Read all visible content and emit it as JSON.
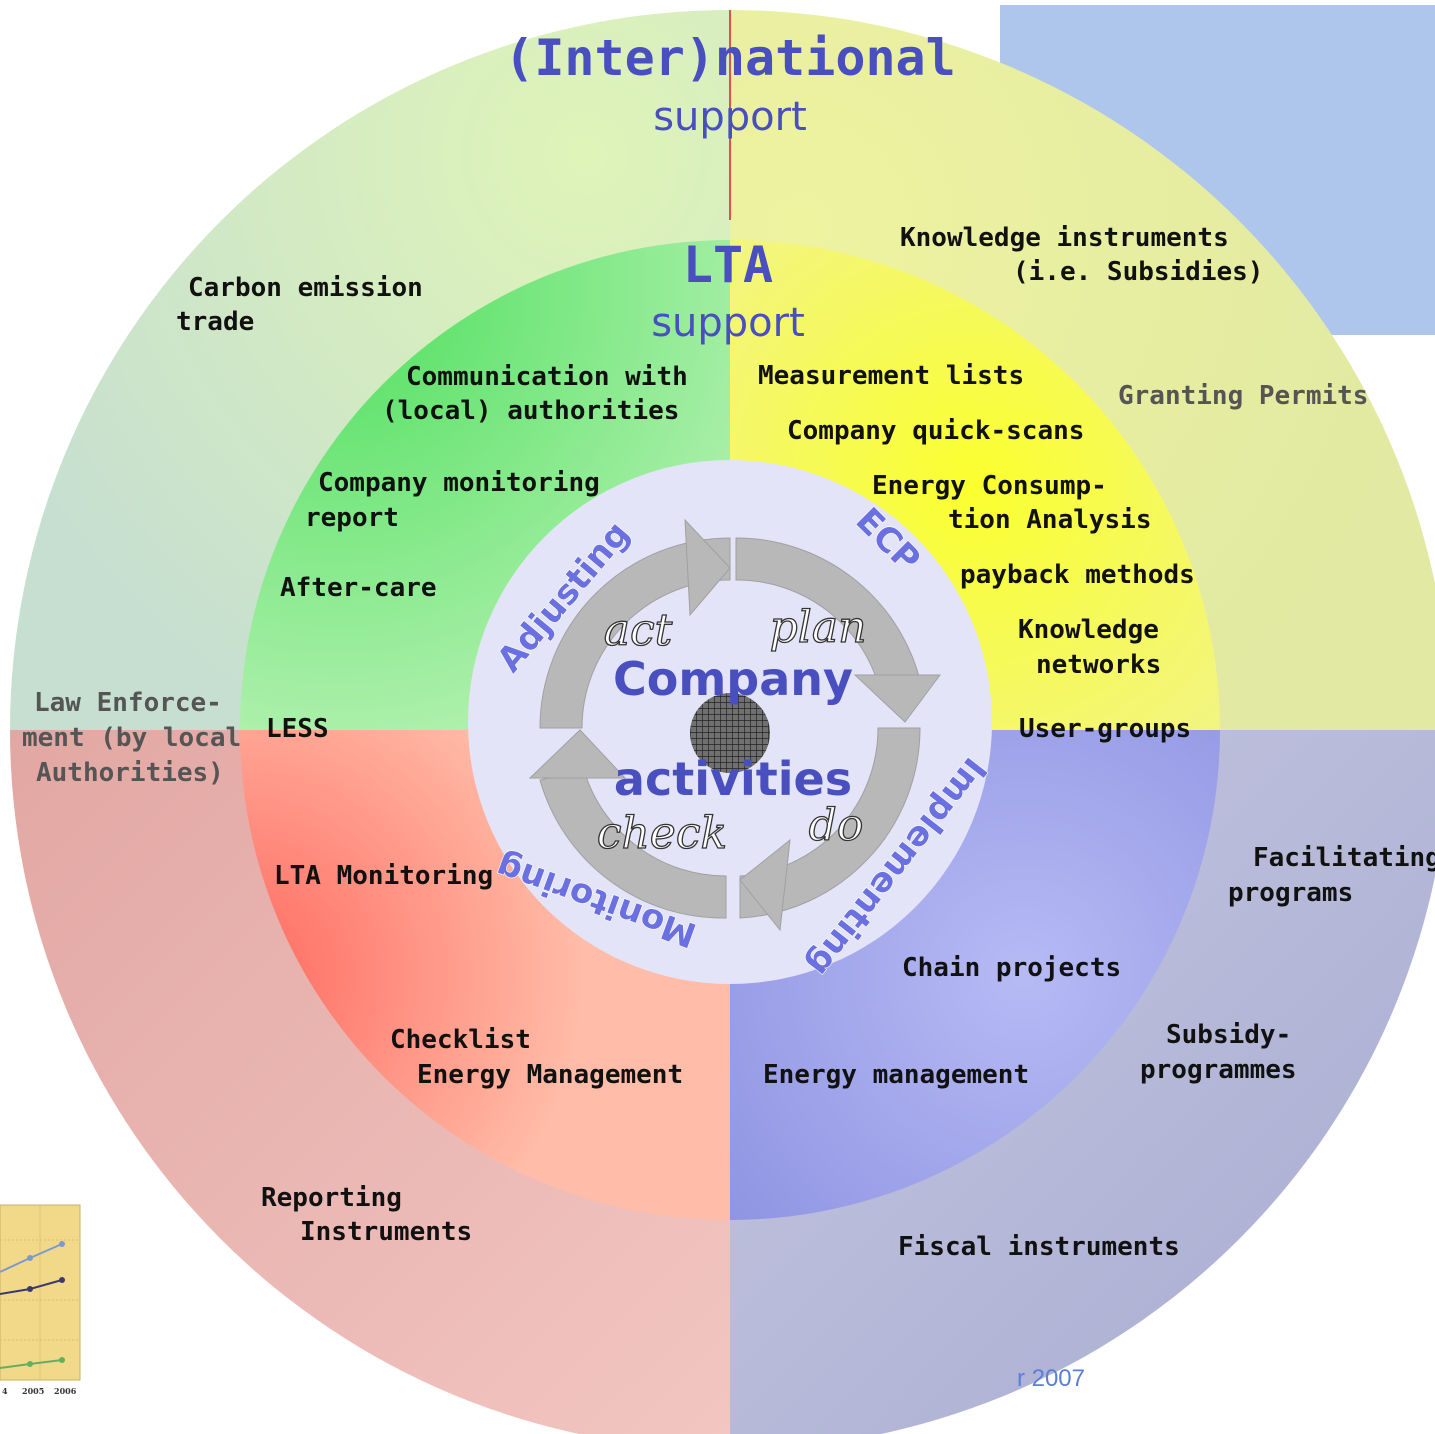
{
  "outer_title": "(Inter)national",
  "outer_subtitle": "support",
  "inner_title": "LTA",
  "inner_subtitle": "support",
  "core": {
    "line1": "Company",
    "line2": "activities"
  },
  "pdca": {
    "act": "act",
    "plan": "plan",
    "check": "check",
    "do": "do"
  },
  "cycle_labels": {
    "adjusting": "Adjusting",
    "ecp": "ECP",
    "implementing": "Implementing",
    "monitoring": "Monitoring"
  },
  "outer_labels": {
    "carbon_trade": [
      "Carbon emission",
      "trade"
    ],
    "knowledge_instruments": [
      "Knowledge instruments",
      "(i.e. Subsidies)"
    ],
    "granting_permits": "Granting Permits",
    "law_enforcement": [
      "Law Enforce-",
      "ment (by local",
      "Authorities)"
    ],
    "facilitating_programs": [
      "Facilitating",
      "programs"
    ],
    "subsidy_programmes": [
      "Subsidy-",
      "programmes"
    ],
    "reporting_instruments": [
      "Reporting",
      "Instruments"
    ],
    "fiscal_instruments": "Fiscal instruments"
  },
  "inner_labels": {
    "communication": [
      "Communication with",
      "(local) authorities"
    ],
    "company_monitoring": [
      "Company monitoring",
      "report"
    ],
    "after_care": "After-care",
    "less": "LESS",
    "measurement_lists": "Measurement lists",
    "quick_scans": "Company quick-scans",
    "energy_consumption": [
      "Energy Consump-",
      "tion Analysis"
    ],
    "payback": "payback methods",
    "knowledge_networks": [
      "Knowledge",
      "networks"
    ],
    "user_groups": "User-groups",
    "lta_monitoring": "LTA Monitoring",
    "checklist": [
      "Checklist",
      "Energy Management"
    ],
    "chain_projects": "Chain projects",
    "energy_management": "Energy management"
  },
  "footer": {
    "text": "r 2007"
  },
  "thumbnail_chart": {
    "years": [
      "4",
      "2005",
      "2006"
    ]
  },
  "colors": {
    "outer_nw": "#cfe3d4",
    "outer_ne": "#e6f0a6",
    "outer_sw": "#e9b0ac",
    "outer_se": "#b9bbd8",
    "inner_nw": "#6fe87a",
    "inner_ne": "#f0f480",
    "inner_sw": "#ffac98",
    "inner_se": "#9ea4ec",
    "core": "#e4e4f8",
    "bg_rect": "#aec6ec"
  }
}
